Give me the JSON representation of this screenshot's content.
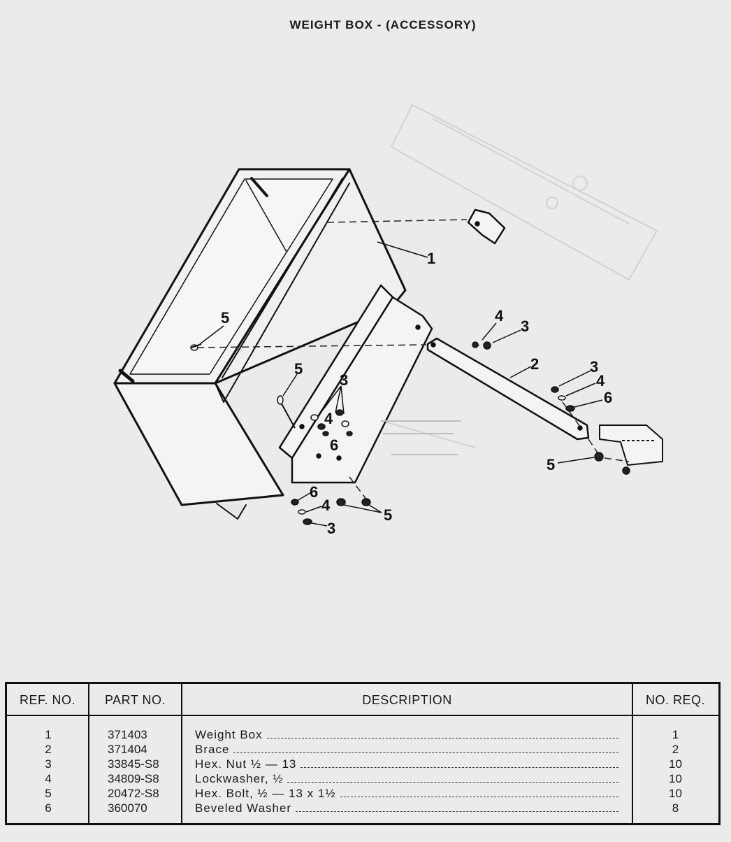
{
  "page": {
    "title": "WEIGHT BOX - (ACCESSORY)"
  },
  "diagram": {
    "callouts": [
      "1",
      "2",
      "3",
      "4",
      "5",
      "6"
    ]
  },
  "table": {
    "headers": {
      "ref": "REF. NO.",
      "part": "PART NO.",
      "desc": "DESCRIPTION",
      "qty": "NO. REQ."
    },
    "rows": [
      {
        "ref": "1",
        "part": "371403",
        "desc": "Weight  Box",
        "qty": "1"
      },
      {
        "ref": "2",
        "part": "371404",
        "desc": "Brace",
        "qty": "2"
      },
      {
        "ref": "3",
        "part": "33845-S8",
        "desc": "Hex.  Nut  ½  —  13",
        "qty": "10"
      },
      {
        "ref": "4",
        "part": "34809-S8",
        "desc": "Lockwasher,  ½",
        "qty": "10"
      },
      {
        "ref": "5",
        "part": "20472-S8",
        "desc": "Hex.  Bolt,  ½  —  13 x 1½",
        "qty": "10"
      },
      {
        "ref": "6",
        "part": "360070",
        "desc": "Beveled  Washer",
        "qty": "8"
      }
    ]
  }
}
